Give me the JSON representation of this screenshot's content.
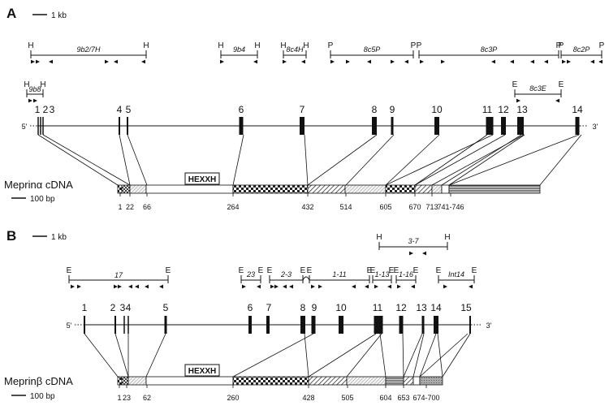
{
  "panel_a": {
    "label": "A",
    "scale_kb": "1 kb",
    "clones": [
      {
        "name": "9b2/7H",
        "l": "H",
        "r": "H"
      },
      {
        "name": "9b4",
        "l": "H",
        "r": "H"
      },
      {
        "name": "8c4H",
        "l": "H",
        "r": "H"
      },
      {
        "name": "8c5P",
        "l": "P",
        "r": "P"
      },
      {
        "name": "8c3P",
        "l": "P",
        "r": "P"
      },
      {
        "name": "8c2P",
        "l": "P",
        "r": "P"
      },
      {
        "name": "9b8",
        "l": "H",
        "r": "H"
      },
      {
        "name": "8c3E",
        "l": "E",
        "r": "E"
      }
    ],
    "exons": [
      "1",
      "2",
      "3",
      "4",
      "5",
      "6",
      "7",
      "8",
      "9",
      "10",
      "11",
      "12",
      "13",
      "14"
    ],
    "end5": "5'",
    "end3": "3'",
    "cdna_label": "Meprinα cDNA",
    "scale_bp": "100 bp",
    "motif": "HEXXH",
    "positions": [
      "1",
      "22",
      "66",
      "264",
      "432",
      "514",
      "605",
      "670",
      "713",
      "741-746"
    ]
  },
  "panel_b": {
    "label": "B",
    "scale_kb": "1 kb",
    "clones": [
      {
        "name": "3-7",
        "l": "H",
        "r": "H"
      },
      {
        "name": "17",
        "l": "E",
        "r": "E"
      },
      {
        "name": "23",
        "l": "E",
        "r": "E"
      },
      {
        "name": "2-3",
        "l": "E",
        "r": "E"
      },
      {
        "name": "1-11",
        "l": "E",
        "r": "E"
      },
      {
        "name": "1-13",
        "l": "E",
        "r": "E"
      },
      {
        "name": "1-16",
        "l": "E",
        "r": "E"
      },
      {
        "name": "Int14",
        "l": "E",
        "r": "E"
      }
    ],
    "exons": [
      "1",
      "2",
      "3",
      "4",
      "5",
      "6",
      "7",
      "8",
      "9",
      "10",
      "11",
      "12",
      "13",
      "14",
      "15"
    ],
    "end5": "5'",
    "end3": "3'",
    "cdna_label": "Meprinβ cDNA",
    "scale_bp": "100 bp",
    "motif": "HEXXH",
    "positions": [
      "1",
      "23",
      "62",
      "260",
      "428",
      "505",
      "604",
      "653",
      "674-700"
    ]
  }
}
